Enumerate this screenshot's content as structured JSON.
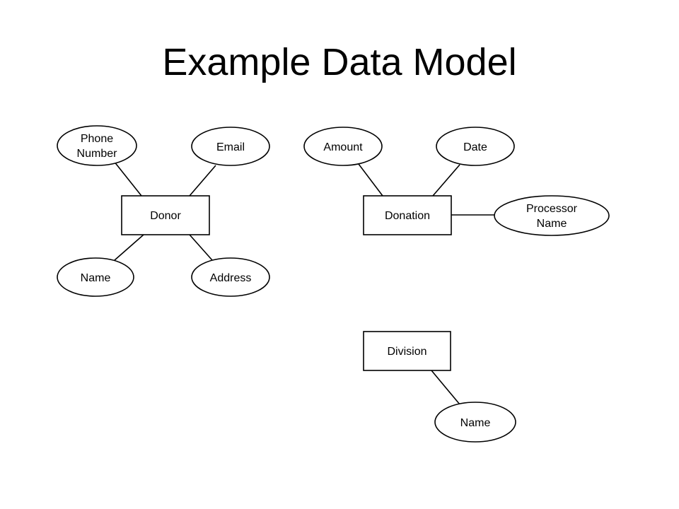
{
  "title": "Example Data Model",
  "entities": {
    "donor": {
      "label": "Donor"
    },
    "donation": {
      "label": "Donation"
    },
    "division": {
      "label": "Division"
    }
  },
  "attributes": {
    "donor_phone": {
      "line1": "Phone",
      "line2": "Number"
    },
    "donor_email": {
      "label": "Email"
    },
    "donor_name": {
      "label": "Name"
    },
    "donor_address": {
      "label": "Address"
    },
    "donation_amount": {
      "label": "Amount"
    },
    "donation_date": {
      "label": "Date"
    },
    "donation_processor": {
      "line1": "Processor",
      "line2": "Name"
    },
    "division_name": {
      "label": "Name"
    }
  }
}
